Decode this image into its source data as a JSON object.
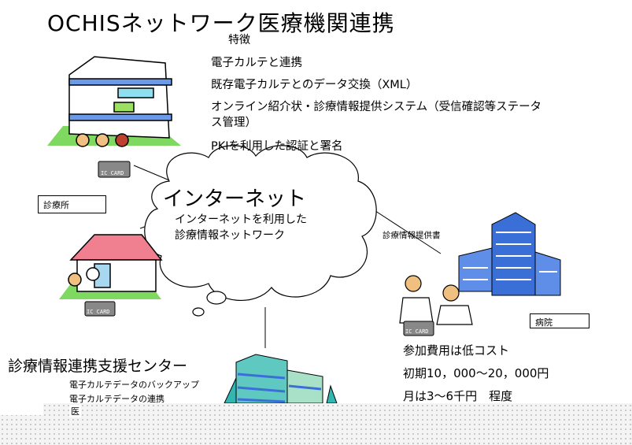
{
  "title": "OCHISネットワーク医療機関連携",
  "features": {
    "heading": "特徴",
    "items": [
      "電子カルテと連携",
      "既存電子カルテとのデータ交換（XML）",
      "オンライン紹介状・診療情報提供システム（受信確認等ステータ",
      "ス管理）",
      "PKIを利用した認証と署名"
    ]
  },
  "internet": {
    "title": "インターネット",
    "sub": [
      "インターネットを利用した",
      "診療情報ネットワーク"
    ]
  },
  "labels": {
    "clinic": "診療所",
    "hospital": "病院",
    "referral": "診療情報提供書",
    "ic_card": "IC CARD"
  },
  "cost": [
    "参加費用は低コスト",
    "初期10，000～20，000円",
    "月は3～6千円　程度"
  ],
  "center": {
    "title": "診療情報連携支援センター",
    "items": [
      "電子カルテデータのバックアップ",
      "電子カルテデータの連携",
      "医"
    ]
  },
  "colors": {
    "building_blue": "#3a6fd8",
    "teal": "#33b5b0",
    "grass": "#7fd860"
  }
}
